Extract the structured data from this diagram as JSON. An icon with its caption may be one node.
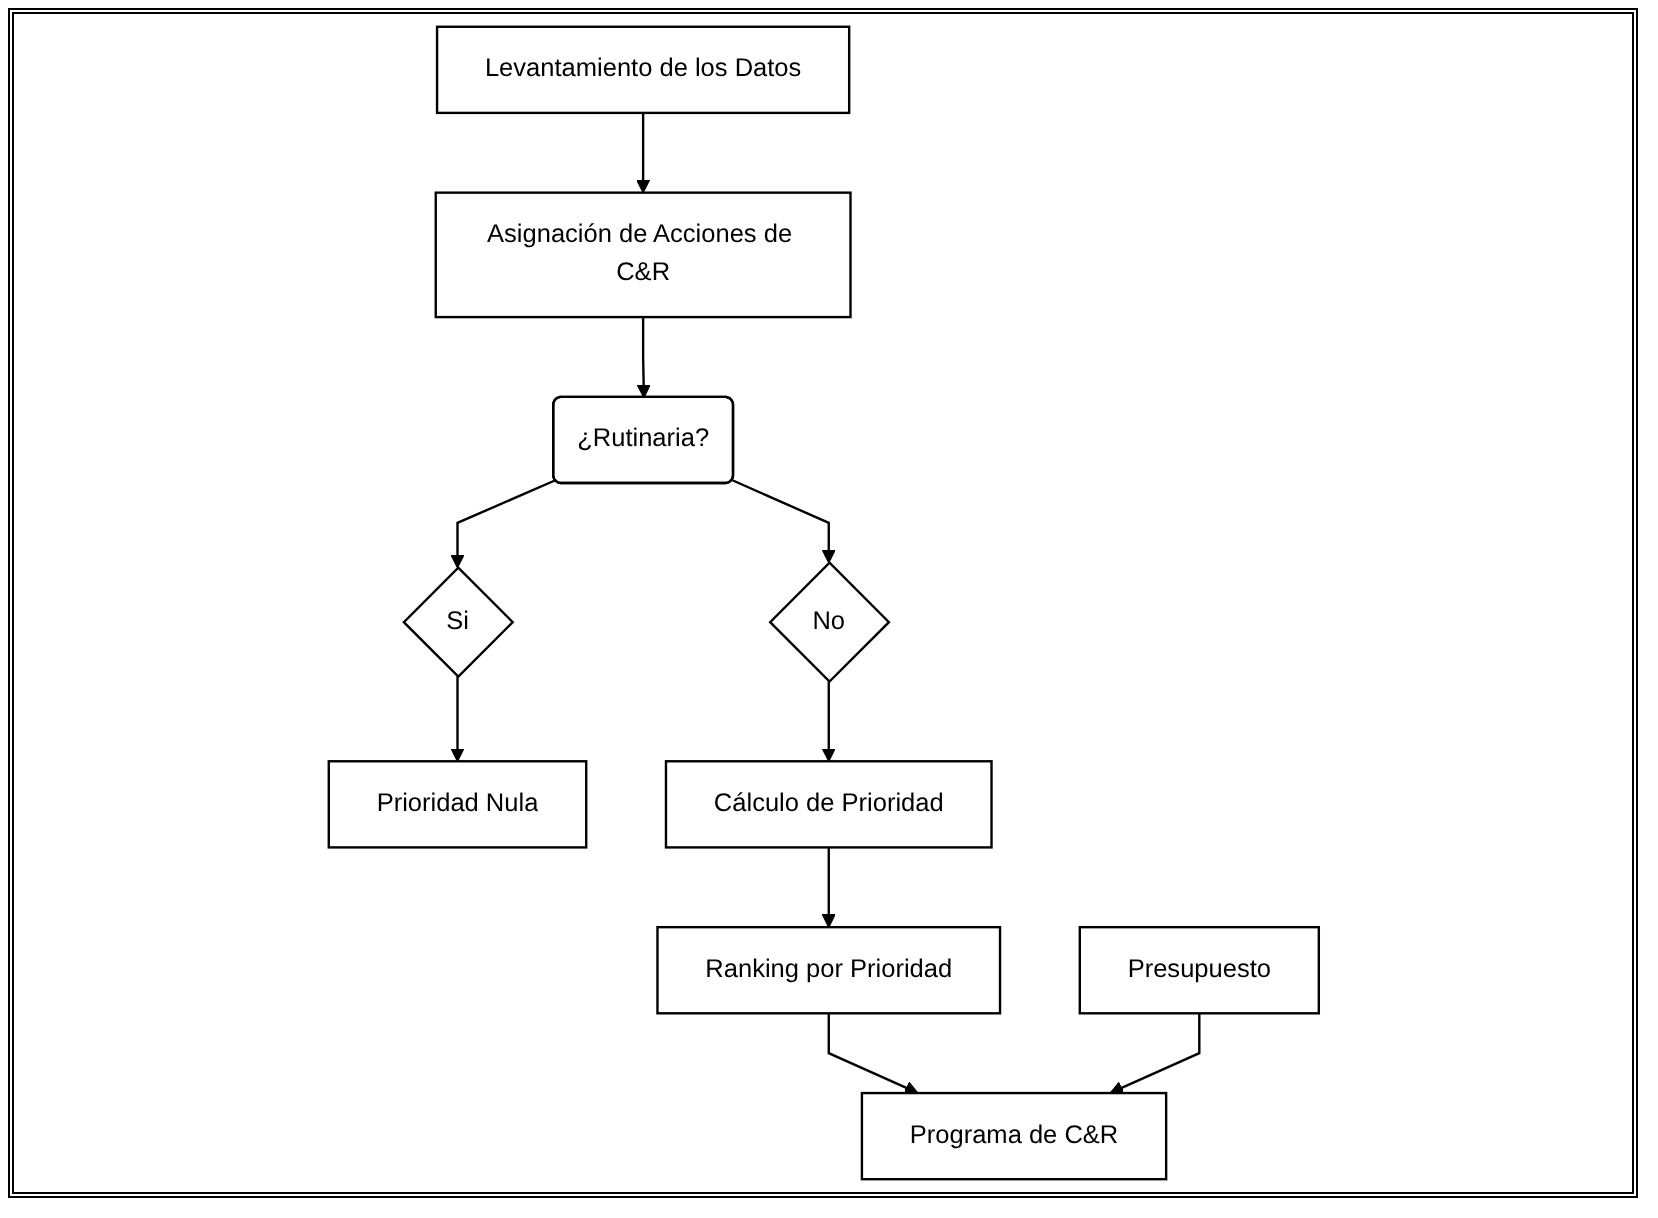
{
  "diagram": {
    "nodes": [
      {
        "text": [
          "Levantamiento de los Datos"
        ]
      },
      {
        "text": [
          "Asignación de Acciones de C&R"
        ]
      },
      {
        "text": [
          "¿Rutinaria?"
        ]
      },
      {
        "text": [
          "Si"
        ]
      },
      {
        "text": [
          "Prioridad Nula"
        ]
      },
      {
        "text": [
          "No"
        ]
      },
      {
        "text": [
          "Cálculo de Prioridad"
        ]
      },
      {
        "text": [
          "Ranking por Prioridad"
        ]
      },
      {
        "text": [
          "Presupuesto"
        ]
      },
      {
        "text": [
          "Programa de C&R"
        ]
      }
    ],
    "edges": [
      {
        "from": 0,
        "to": 1,
        "arrow": "to"
      },
      {
        "from": 1,
        "to": 2,
        "arrow": "to"
      },
      {
        "from": 2,
        "to": 3,
        "arrow": "to"
      },
      {
        "from": 3,
        "to": 4,
        "arrow": "to"
      },
      {
        "from": 2,
        "to": 5,
        "arrow": "to"
      },
      {
        "from": 5,
        "to": 6,
        "arrow": "to"
      },
      {
        "from": 6,
        "to": 7,
        "arrow": "to"
      },
      {
        "from": 7,
        "to": 9,
        "arrow": "to"
      },
      {
        "from": 8,
        "to": 9,
        "arrow": "to"
      }
    ]
  }
}
